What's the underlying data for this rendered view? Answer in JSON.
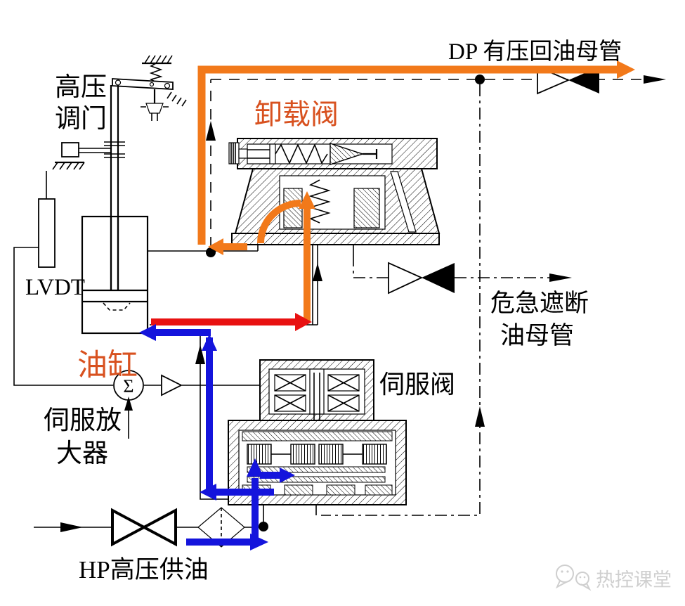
{
  "labels": {
    "dp_return_header": "DP 有压回油母管",
    "hp_control_valve_1": "高压",
    "hp_control_valve_2": "调门",
    "unloading_valve": "卸载阀",
    "lvdt": "LVDT",
    "oil_cylinder": "油缸",
    "servo_amplifier_1": "伺服放",
    "servo_amplifier_2": "大器",
    "servo_valve": "伺服阀",
    "emergency_trip_1": "危急遮断",
    "emergency_trip_2": "油母管",
    "hp_oil_supply": "HP高压供油",
    "summator_symbol": "Σ",
    "watermark": "热控课堂"
  },
  "colors": {
    "flow_orange": "#F2791A",
    "flow_red": "#E81111",
    "flow_blue": "#1414DC",
    "label_orange": "#D8511F",
    "watermark_gray": "#CFCFCF"
  }
}
